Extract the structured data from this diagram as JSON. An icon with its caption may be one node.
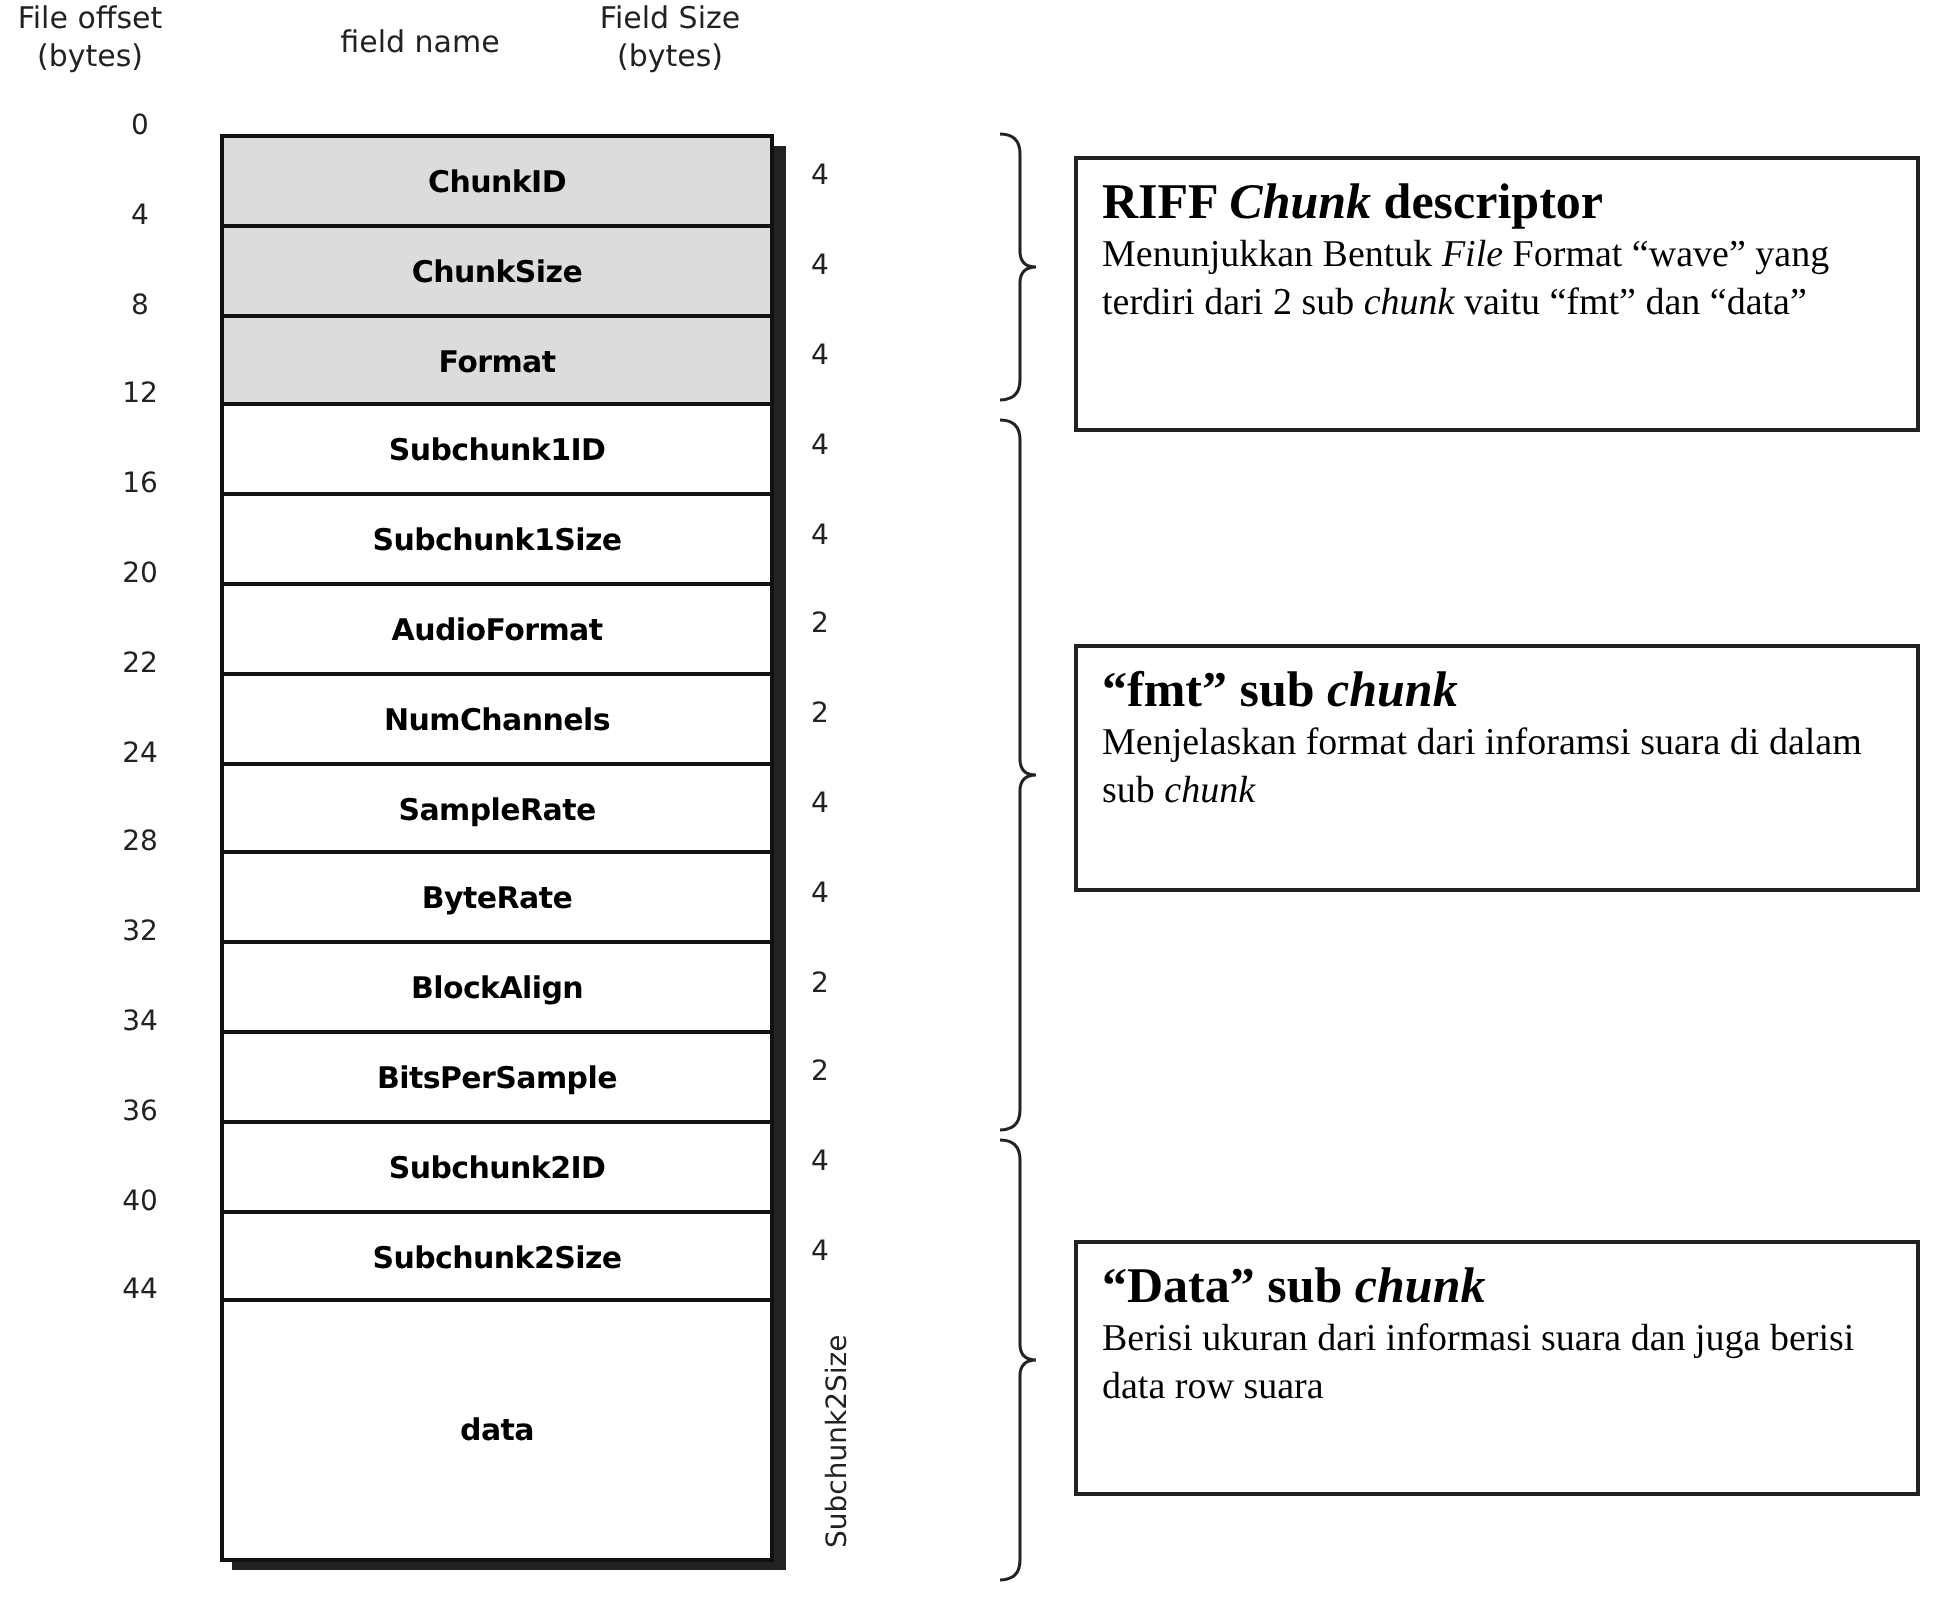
{
  "diagram": {
    "nodes": [
      {
        "text": [
          "ChunkID"
        ],
        "beside": [
          "0",
          "4"
        ]
      },
      {
        "text": [
          "ChunkSize"
        ],
        "beside": [
          "4",
          "4"
        ]
      },
      {
        "text": [
          "Format"
        ],
        "beside": [
          "8",
          "4"
        ]
      },
      {
        "text": [
          "Subchunk1ID"
        ],
        "beside": [
          "12",
          "4"
        ]
      },
      {
        "text": [
          "Subchunk1Size"
        ],
        "beside": [
          "16",
          "4"
        ]
      },
      {
        "text": [
          "AudioFormat"
        ],
        "beside": [
          "20",
          "2"
        ]
      },
      {
        "text": [
          "NumChannels"
        ],
        "beside": [
          "22",
          "2"
        ]
      },
      {
        "text": [
          "SampleRate"
        ],
        "beside": [
          "24",
          "4"
        ]
      },
      {
        "text": [
          "ByteRate"
        ],
        "beside": [
          "28",
          "4"
        ]
      },
      {
        "text": [
          "BlockAlign"
        ],
        "beside": [
          "32",
          "2"
        ]
      },
      {
        "text": [
          "BitsPerSample"
        ],
        "beside": [
          "34",
          "2"
        ]
      },
      {
        "text": [
          "Subchunk2ID"
        ],
        "beside": [
          "36",
          "4"
        ]
      },
      {
        "text": [
          "Subchunk2Size"
        ],
        "beside": [
          "40",
          "4"
        ]
      },
      {
        "text": [
          "data"
        ],
        "beside": [
          "44",
          "Subchunk2Size"
        ]
      },
      {
        "text": [
          "RIFF *Chunk* descriptor",
          "Menunjukkan Bentuk *File* Format “wave” yang terdiri dari 2 sub *chunk* vaitu “fmt” dan “data”"
        ]
      },
      {
        "text": [
          "“fmt” sub *chunk*",
          "Menjelaskan format dari inforamsi suara di dalam sub *chunk*"
        ]
      },
      {
        "text": [
          "“Data” sub *chunk*",
          "Berisi ukuran dari informasi suara dan juga berisi data row suara"
        ]
      }
    ],
    "labels": [
      "File offset (bytes)",
      "field name",
      "Field Size (bytes)"
    ]
  }
}
